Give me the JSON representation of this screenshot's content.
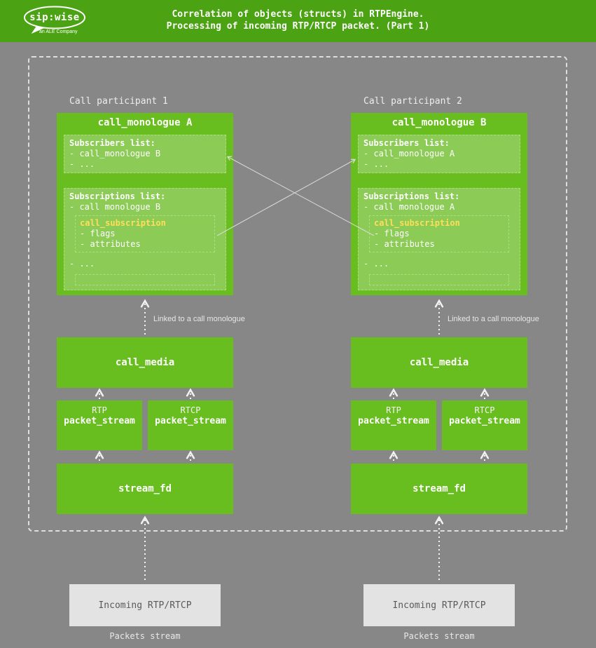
{
  "header": {
    "title_line1": "Correlation of objects (structs) in RTPEngine.",
    "title_line2": "Processing of incoming RTP/RTCP packet. (Part 1)",
    "logo": {
      "text": "sip:wise",
      "subtext": "an ALE Company"
    }
  },
  "colors": {
    "header_bg": "#4BA313",
    "canvas_bg": "#878787",
    "box_green": "#69BE1F",
    "subbox_green": "#8CCB55",
    "subscription_title": "#FFDE59",
    "incoming_bg": "#E3E3E3",
    "arrow": "#F2F2F2"
  },
  "columns": [
    {
      "participant_label": "Call participant 1",
      "monologue": {
        "title": "call_monologue A",
        "subscribers": {
          "title": "Subscribers list:",
          "items": [
            "- call_monologue B",
            "- ..."
          ]
        },
        "subscriptions": {
          "title": "Subscriptions list:",
          "item": "- call monologue B",
          "subscription": {
            "title": "call_subscription",
            "items": [
              "- flags",
              "- attributes"
            ]
          },
          "more": "- ..."
        }
      },
      "linked_label": "Linked to a call monologue",
      "call_media_label": "call_media",
      "rtp": {
        "protocol": "RTP",
        "label": "packet_stream"
      },
      "rtcp": {
        "protocol": "RTCP",
        "label": "packet_stream"
      },
      "stream_fd_label": "stream_fd",
      "incoming_label": "Incoming RTP/RTCP",
      "packets_stream_label": "Packets stream"
    },
    {
      "participant_label": "Call participant 2",
      "monologue": {
        "title": "call_monologue B",
        "subscribers": {
          "title": "Subscribers list:",
          "items": [
            "- call_monologue A",
            "- ..."
          ]
        },
        "subscriptions": {
          "title": "Subscriptions list:",
          "item": "- call monologue A",
          "subscription": {
            "title": "call_subscription",
            "items": [
              "- flags",
              "- attributes"
            ]
          },
          "more": "- ..."
        }
      },
      "linked_label": "Linked to a call monologue",
      "call_media_label": "call_media",
      "rtp": {
        "protocol": "RTP",
        "label": "packet_stream"
      },
      "rtcp": {
        "protocol": "RTCP",
        "label": "packet_stream"
      },
      "stream_fd_label": "stream_fd",
      "incoming_label": "Incoming RTP/RTCP",
      "packets_stream_label": "Packets stream"
    }
  ]
}
